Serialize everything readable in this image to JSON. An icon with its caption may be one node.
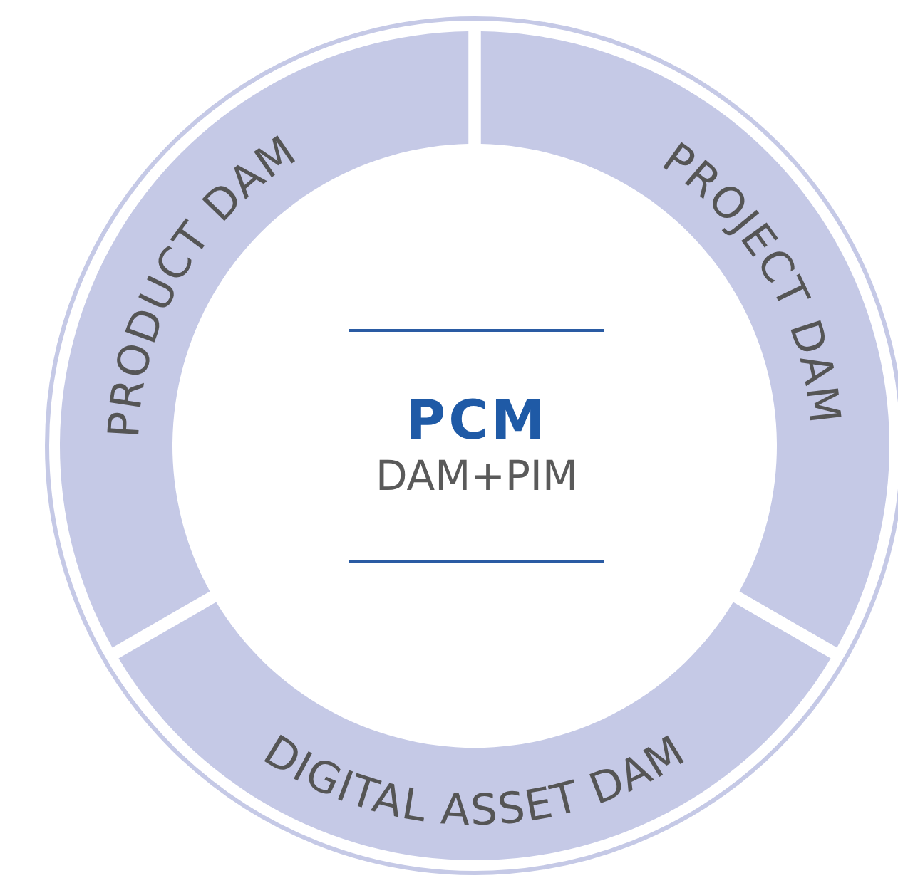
{
  "diagram": {
    "nodes": [
      {
        "text": [
          "PRODUCT DAM"
        ]
      },
      {
        "text": [
          "PROJECT DAM"
        ]
      },
      {
        "text": [
          "DIGITAL ASSET DAM"
        ]
      },
      {
        "text": [
          "PCM",
          "DAM+PIM"
        ]
      }
    ]
  }
}
